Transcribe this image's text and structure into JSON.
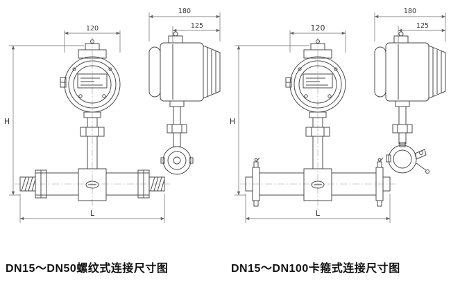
{
  "page": {
    "background": "#ffffff",
    "line_color": "#4a4a4a"
  },
  "figures": [
    {
      "caption": "DN15～DN50螺纹式连接尺寸图",
      "connection": "threaded",
      "dims": {
        "head_width": "120",
        "side_total_width": "180",
        "side_body_width": "125",
        "height_label": "H",
        "length_label": "L"
      }
    },
    {
      "caption": "DN15～DN100卡箍式连接尺寸图",
      "connection": "clamp",
      "dims": {
        "head_width": "120",
        "side_total_width": "180",
        "side_body_width": "125",
        "height_label": "H",
        "length_label": "L"
      }
    }
  ]
}
